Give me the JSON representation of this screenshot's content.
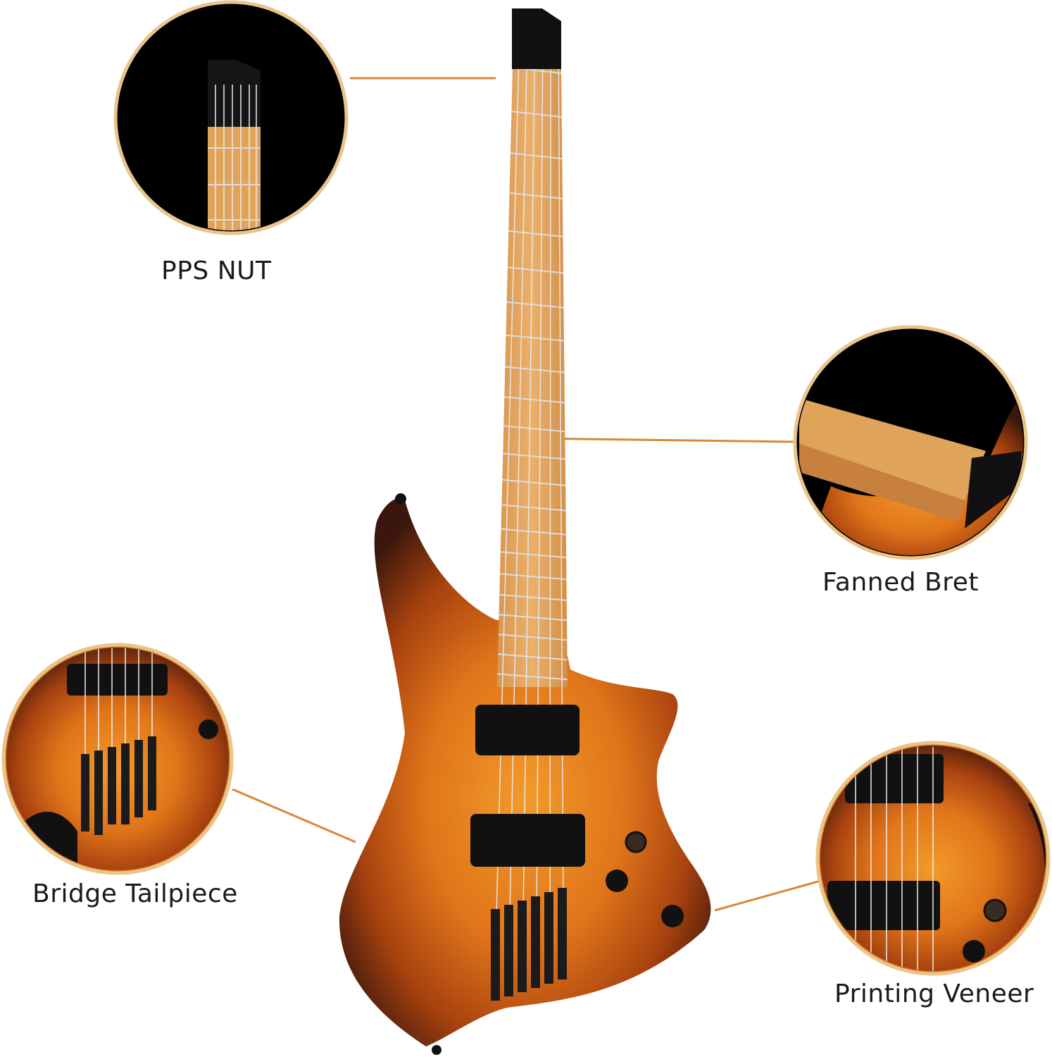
{
  "colors": {
    "callout_line": "#d9873a",
    "circle_border": "#e9c58c",
    "fretboard": "#e0a35a",
    "body_center": "#f08a1c",
    "body_edge": "#3a160c"
  },
  "callouts": [
    {
      "label": "PPS NUT",
      "icon": "nut-closeup"
    },
    {
      "label": "Fanned Bret",
      "icon": "fanned-fret-closeup"
    },
    {
      "label": "Bridge Tailpiece",
      "icon": "bridge-closeup"
    },
    {
      "label": "Printing Veneer",
      "icon": "veneer-closeup"
    }
  ]
}
